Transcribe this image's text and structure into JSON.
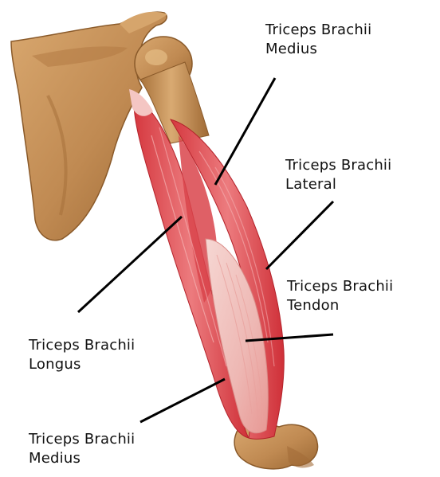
{
  "colors": {
    "bone": "#c4905a",
    "bone_dark": "#8e5e2c",
    "bone_light": "#dcb07c",
    "muscle": "#e2565c",
    "muscle_dark": "#c3262e",
    "muscle_light": "#f1a2a4",
    "tendon": "#f2c9c6",
    "leader_line": "#000000",
    "text": "#111111"
  },
  "labels": {
    "medius_top": {
      "line1": "Triceps Brachii",
      "line2": "Medius"
    },
    "lateral": {
      "line1": "Triceps Brachii",
      "line2": "Lateral"
    },
    "tendon": {
      "line1": "Triceps Brachii",
      "line2": "Tendon"
    },
    "longus": {
      "line1": "Triceps Brachii",
      "line2": "Longus"
    },
    "medius_bottom": {
      "line1": "Triceps Brachii",
      "line2": "Medius"
    }
  }
}
